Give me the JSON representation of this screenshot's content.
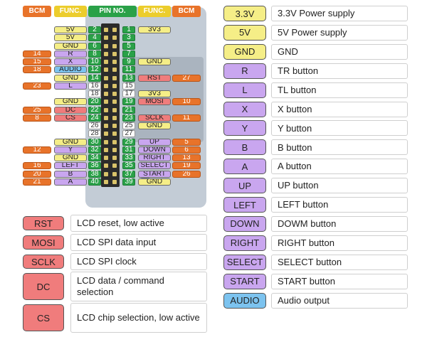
{
  "colors": {
    "bcm": "#e8732a",
    "func_header": "#eccd2c",
    "pin_header": "#2aa148",
    "power": "#f5ee87",
    "button": "#c9a6ef",
    "lcd": "#f07c7c",
    "audio": "#7cc3ef",
    "pin_green": "#2aa148",
    "pin_white": "#ffffff"
  },
  "headers": {
    "bcm_left": "BCM",
    "func_left": "FUNC.",
    "pin_no": "PIN NO.",
    "func_right": "FUNC.",
    "bcm_right": "BCM"
  },
  "pins": [
    {
      "left_pin": "2",
      "left_func": "5V",
      "left_func_type": "power",
      "left_bcm": "",
      "right_pin": "1",
      "right_func": "3V3",
      "right_func_type": "power",
      "right_bcm": ""
    },
    {
      "left_pin": "4",
      "left_func": "5V",
      "left_func_type": "power",
      "left_bcm": "",
      "right_pin": "3",
      "right_func": "",
      "right_func_type": "",
      "right_bcm": ""
    },
    {
      "left_pin": "6",
      "left_func": "GND",
      "left_func_type": "power",
      "left_bcm": "",
      "right_pin": "5",
      "right_func": "",
      "right_func_type": "",
      "right_bcm": ""
    },
    {
      "left_pin": "8",
      "left_func": "R",
      "left_func_type": "button",
      "left_bcm": "14",
      "right_pin": "7",
      "right_func": "",
      "right_func_type": "",
      "right_bcm": ""
    },
    {
      "left_pin": "10",
      "left_func": "X",
      "left_func_type": "button",
      "left_bcm": "15",
      "right_pin": "9",
      "right_func": "GND",
      "right_func_type": "power",
      "right_bcm": ""
    },
    {
      "left_pin": "12",
      "left_func": "AUDIO",
      "left_func_type": "audio",
      "left_bcm": "18",
      "right_pin": "11",
      "right_func": "",
      "right_func_type": "",
      "right_bcm": ""
    },
    {
      "left_pin": "14",
      "left_func": "GND",
      "left_func_type": "power",
      "left_bcm": "",
      "right_pin": "13",
      "right_func": "RST",
      "right_func_type": "lcd",
      "right_bcm": "27"
    },
    {
      "left_pin": "16",
      "left_func": "L",
      "left_func_type": "button",
      "left_bcm": "23",
      "right_pin": "15",
      "right_func": "",
      "right_func_type": "",
      "right_bcm": ""
    },
    {
      "left_pin": "18",
      "left_func": "",
      "left_func_type": "",
      "left_bcm": "",
      "right_pin": "17",
      "right_func": "3V3",
      "right_func_type": "power",
      "right_bcm": ""
    },
    {
      "left_pin": "20",
      "left_func": "GND",
      "left_func_type": "power",
      "left_bcm": "",
      "right_pin": "19",
      "right_func": "MOSI",
      "right_func_type": "lcd",
      "right_bcm": "10"
    },
    {
      "left_pin": "22",
      "left_func": "DC",
      "left_func_type": "lcd",
      "left_bcm": "25",
      "right_pin": "21",
      "right_func": "",
      "right_func_type": "",
      "right_bcm": ""
    },
    {
      "left_pin": "24",
      "left_func": "CS",
      "left_func_type": "lcd",
      "left_bcm": "8",
      "right_pin": "23",
      "right_func": "SCLK",
      "right_func_type": "lcd",
      "right_bcm": "11"
    },
    {
      "left_pin": "26",
      "left_func": "",
      "left_func_type": "",
      "left_bcm": "",
      "right_pin": "25",
      "right_func": "GND",
      "right_func_type": "power",
      "right_bcm": ""
    },
    {
      "left_pin": "28",
      "left_func": "",
      "left_func_type": "",
      "left_bcm": "",
      "right_pin": "27",
      "right_func": "",
      "right_func_type": "",
      "right_bcm": ""
    },
    {
      "left_pin": "30",
      "left_func": "GND",
      "left_func_type": "power",
      "left_bcm": "",
      "right_pin": "29",
      "right_func": "UP",
      "right_func_type": "button",
      "right_bcm": "5"
    },
    {
      "left_pin": "32",
      "left_func": "Y",
      "left_func_type": "button",
      "left_bcm": "12",
      "right_pin": "31",
      "right_func": "DOWN",
      "right_func_type": "button",
      "right_bcm": "6"
    },
    {
      "left_pin": "34",
      "left_func": "GND",
      "left_func_type": "power",
      "left_bcm": "",
      "right_pin": "33",
      "right_func": "RIGHT",
      "right_func_type": "button",
      "right_bcm": "13"
    },
    {
      "left_pin": "36",
      "left_func": "LEFT",
      "left_func_type": "button",
      "left_bcm": "16",
      "right_pin": "35",
      "right_func": "SELECT",
      "right_func_type": "button",
      "right_bcm": "19"
    },
    {
      "left_pin": "38",
      "left_func": "B",
      "left_func_type": "button",
      "left_bcm": "20",
      "right_pin": "37",
      "right_func": "START",
      "right_func_type": "button",
      "right_bcm": "26"
    },
    {
      "left_pin": "40",
      "left_func": "A",
      "left_func_type": "button",
      "left_bcm": "21",
      "right_pin": "39",
      "right_func": "GND",
      "right_func_type": "power",
      "right_bcm": ""
    }
  ],
  "legend_right": [
    {
      "tag": "3.3V",
      "desc": "3.3V Power supply",
      "type": "power"
    },
    {
      "tag": "5V",
      "desc": "5V Power supply",
      "type": "power"
    },
    {
      "tag": "GND",
      "desc": "GND",
      "type": "power"
    },
    {
      "tag": "R",
      "desc": "TR button",
      "type": "button"
    },
    {
      "tag": "L",
      "desc": "TL button",
      "type": "button"
    },
    {
      "tag": "X",
      "desc": "X button",
      "type": "button"
    },
    {
      "tag": "Y",
      "desc": "Y button",
      "type": "button"
    },
    {
      "tag": "B",
      "desc": "B button",
      "type": "button"
    },
    {
      "tag": "A",
      "desc": "A button",
      "type": "button"
    },
    {
      "tag": "UP",
      "desc": "UP button",
      "type": "button"
    },
    {
      "tag": "LEFT",
      "desc": "LEFT button",
      "type": "button"
    },
    {
      "tag": "DOWN",
      "desc": "DOWM button",
      "type": "button"
    },
    {
      "tag": "RIGHT",
      "desc": "RIGHT button",
      "type": "button"
    },
    {
      "tag": "SELECT",
      "desc": "SELECT button",
      "type": "button"
    },
    {
      "tag": "START",
      "desc": "START button",
      "type": "button"
    },
    {
      "tag": "AUDIO",
      "desc": "Audio output",
      "type": "audio"
    }
  ],
  "legend_left": [
    {
      "tag": "RST",
      "desc": "LCD reset, low active",
      "type": "lcd"
    },
    {
      "tag": "MOSI",
      "desc": "LCD SPI data input",
      "type": "lcd"
    },
    {
      "tag": "SCLK",
      "desc": "LCD SPI clock",
      "type": "lcd"
    },
    {
      "tag": "DC",
      "desc": "LCD data / command selection",
      "type": "lcd"
    },
    {
      "tag": "CS",
      "desc": "LCD chip selection, low active",
      "type": "lcd"
    }
  ]
}
